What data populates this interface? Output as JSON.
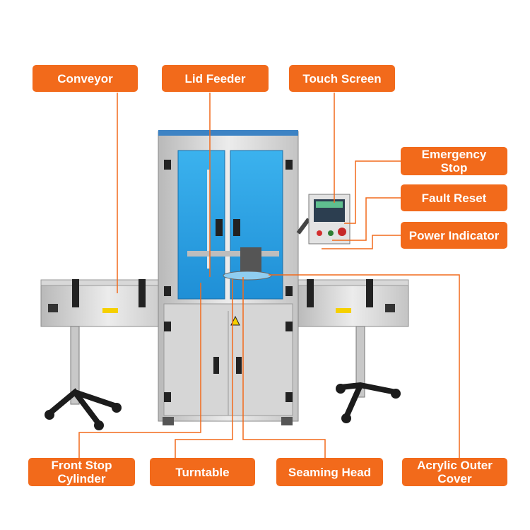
{
  "labels": {
    "conveyor": "Conveyor",
    "lid_feeder": "Lid Feeder",
    "touch_screen": "Touch Screen",
    "emergency_stop": "Emergency\nStop",
    "fault_reset": "Fault Reset",
    "power_indicator": "Power Indicator",
    "front_stop_cylinder": "Front Stop\nCylinder",
    "turntable": "Turntable",
    "seaming_head": "Seaming Head",
    "acrylic_outer_cover": "Acrylic Outer\nCover"
  },
  "colors": {
    "accent": "#f26a1b",
    "frame": "#c9c9c9",
    "acrylic": "#2aa6e8",
    "base": "#1c1c1c"
  }
}
